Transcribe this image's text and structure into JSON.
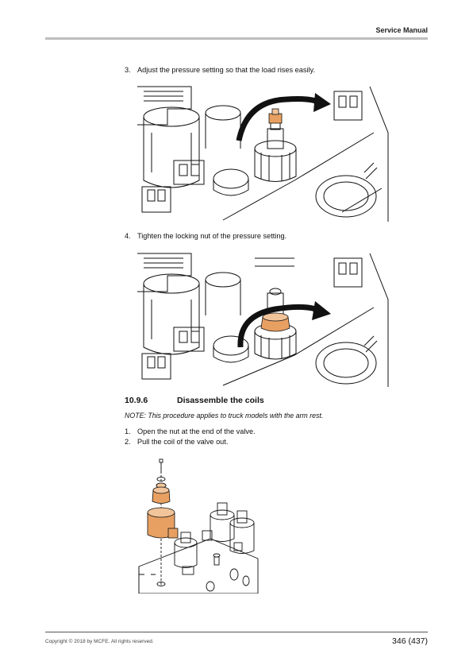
{
  "header": {
    "title": "Service Manual"
  },
  "steps_a": [
    {
      "num": "3.",
      "text": "Adjust the pressure setting so that the load rises easily."
    },
    {
      "num": "4.",
      "text": "Tighten the locking nut of the pressure setting."
    }
  ],
  "section": {
    "number": "10.9.6",
    "title": "Disassemble the coils",
    "note": "NOTE: This procedure applies to truck models with the arm rest."
  },
  "steps_b": [
    {
      "num": "1.",
      "text": "Open the nut at the end of the valve."
    },
    {
      "num": "2.",
      "text": "Pull the coil of the valve out."
    }
  ],
  "colors": {
    "highlight": "#e8a062",
    "highlight_light": "#f2c49a",
    "rule": "#bdbdbd"
  },
  "footer": {
    "copyright": "Copyright © 2018 by MCFE. All rights reserved.",
    "page": "346 (437)"
  }
}
